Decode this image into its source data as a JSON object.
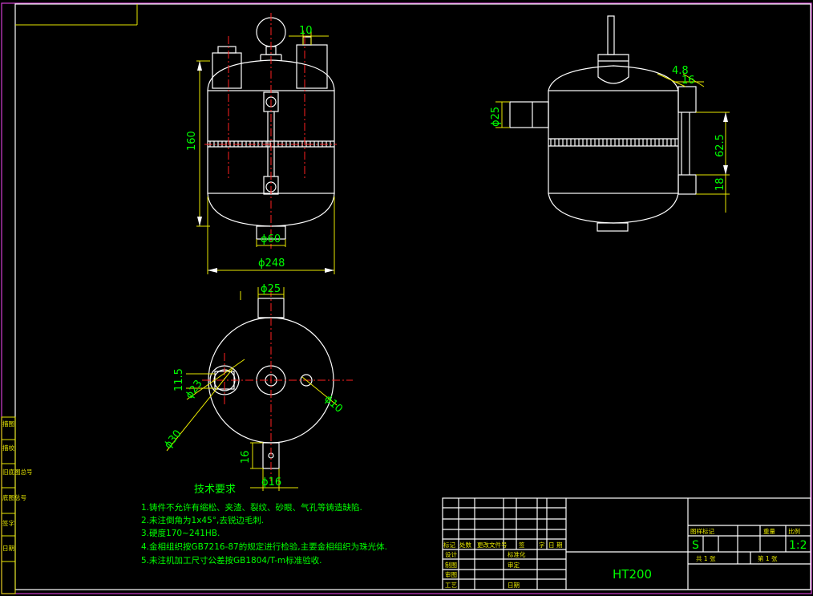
{
  "drawing": {
    "dimensions": {
      "front_height": "160",
      "top_gap": "10",
      "neck_dia": "ϕ60",
      "body_dia": "ϕ248",
      "plan_outlet_dia": "ϕ25",
      "plan_small_h": "11.5",
      "plan_23": "ϕ23",
      "plan_30": "ϕ30",
      "plan_10": "ϕ10",
      "plan_16_h": "16",
      "plan_16_dia": "ϕ16",
      "side_left_dia": "ϕ25",
      "side_48": "4.8",
      "side_16": "16",
      "side_625": "62.5",
      "side_18": "18"
    },
    "notes": {
      "title": "技术要求",
      "items": [
        "1.铸件不允许有缩松、夹渣、裂纹、砂眼、气孔等铸造缺陷.",
        "2.未注倒角为1x45°,去锐边毛刺.",
        "3.硬度170~241HB.",
        "4.金相组织按GB7216-87的规定进行检验,主要金相组织为珠光体.",
        "5.未注机加工尺寸公差按GB1804/T-m标准验收."
      ]
    },
    "title_block": {
      "revision_headers": [
        "标记",
        "处数",
        "更改文件号",
        "签",
        "字",
        "日",
        "期"
      ],
      "design": "设计",
      "drafting": "制图",
      "review": "审图",
      "process": "工艺",
      "standardize": "标准化",
      "check": "审定",
      "date": "日期",
      "material": "HT200",
      "stage_label": "图样标记",
      "weight_label": "重量",
      "scale_label": "比例",
      "stage_value": "S",
      "scale_value": "1:2",
      "sheet_total": "共 1 张",
      "sheet_num": "第 1 张"
    },
    "side_labels": [
      "描图",
      "描校",
      "旧底图总号",
      "底图总号",
      "签字",
      "日期"
    ]
  }
}
